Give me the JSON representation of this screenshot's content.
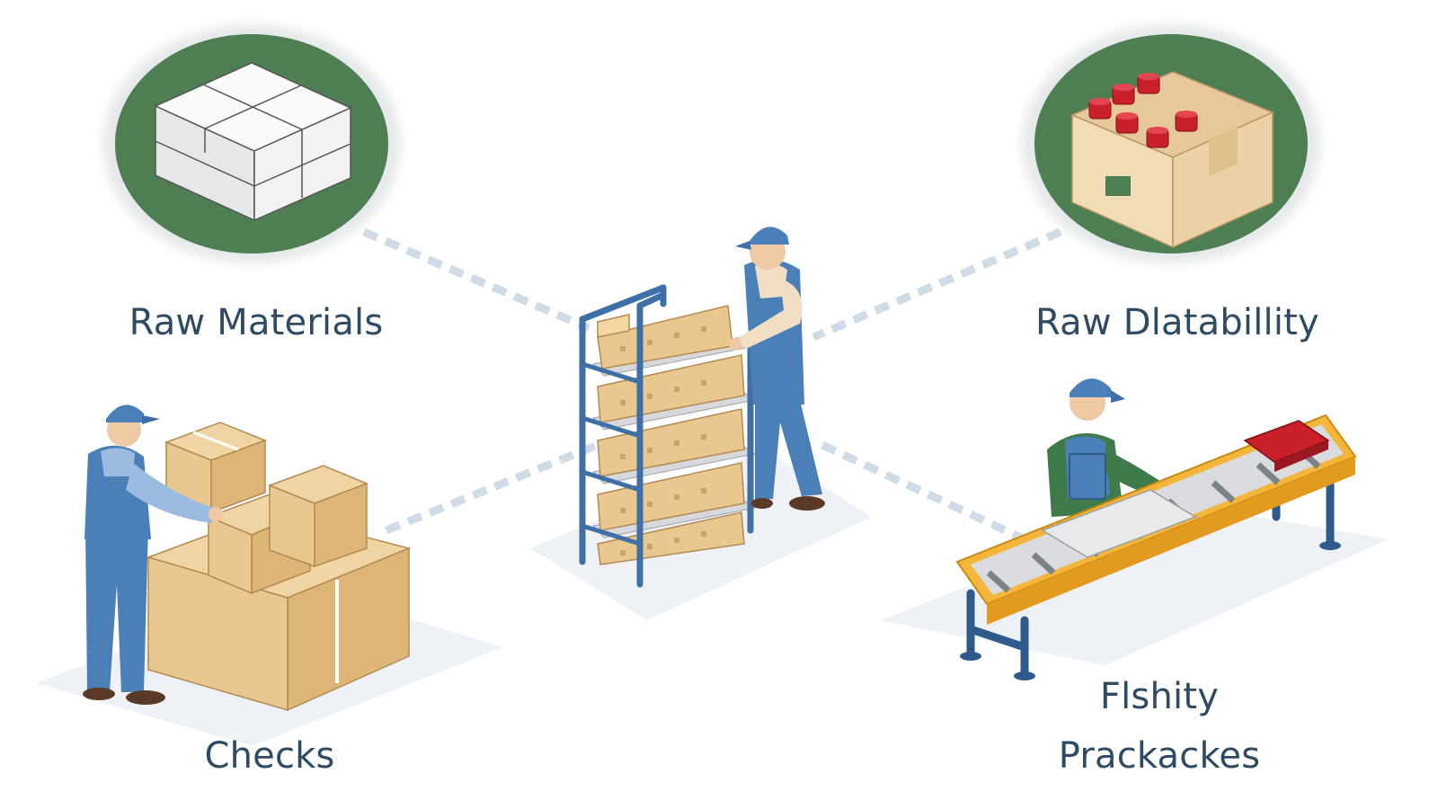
{
  "labels": {
    "raw_materials": "Raw Materials",
    "raw_dlatability": "Raw Dlatabillity",
    "checks": "Checks",
    "flshity": "Flshity",
    "prackackes": "Prackackes"
  },
  "colors": {
    "circle_green": "#4e7f52",
    "text": "#2f4b63",
    "cardboard": "#e9c88f",
    "worker_blue": "#4a7fb8",
    "conveyor_orange": "#f3b53a",
    "rack_blue": "#3e6fa6",
    "dashed_line": "#cfdbe6"
  },
  "icons": [
    "white-boxes-icon",
    "cardboard-box-with-jars-icon"
  ]
}
